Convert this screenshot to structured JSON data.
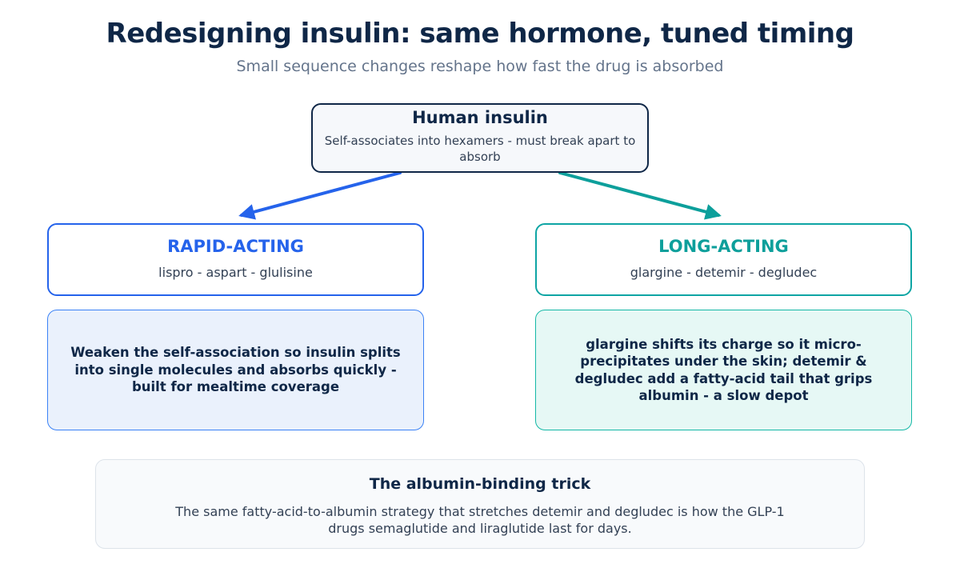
{
  "header": {
    "title": "Redesigning insulin: same hormone, tuned timing",
    "subtitle": "Small sequence changes reshape how fast the drug is absorbed"
  },
  "root": {
    "title": "Human insulin",
    "description": "Self-associates into hexamers - must break apart to absorb"
  },
  "branches": [
    {
      "title": "RAPID-ACTING",
      "examples": "lispro - aspart - glulisine",
      "detail": "Weaken the self-association so insulin splits into single molecules and absorbs quickly - built for mealtime coverage",
      "color": "#2563eb"
    },
    {
      "title": "LONG-ACTING",
      "examples": "glargine - detemir - degludec",
      "detail": "glargine shifts its charge so it micro-precipitates under the skin; detemir & degludec add a fatty-acid tail that grips albumin - a slow depot",
      "color": "#0d9f9b"
    }
  ],
  "footnote": {
    "title": "The albumin-binding trick",
    "text": "The same fatty-acid-to-albumin strategy that stretches detemir and degludec is how the GLP-1 drugs semaglutide and liraglutide last for days."
  }
}
